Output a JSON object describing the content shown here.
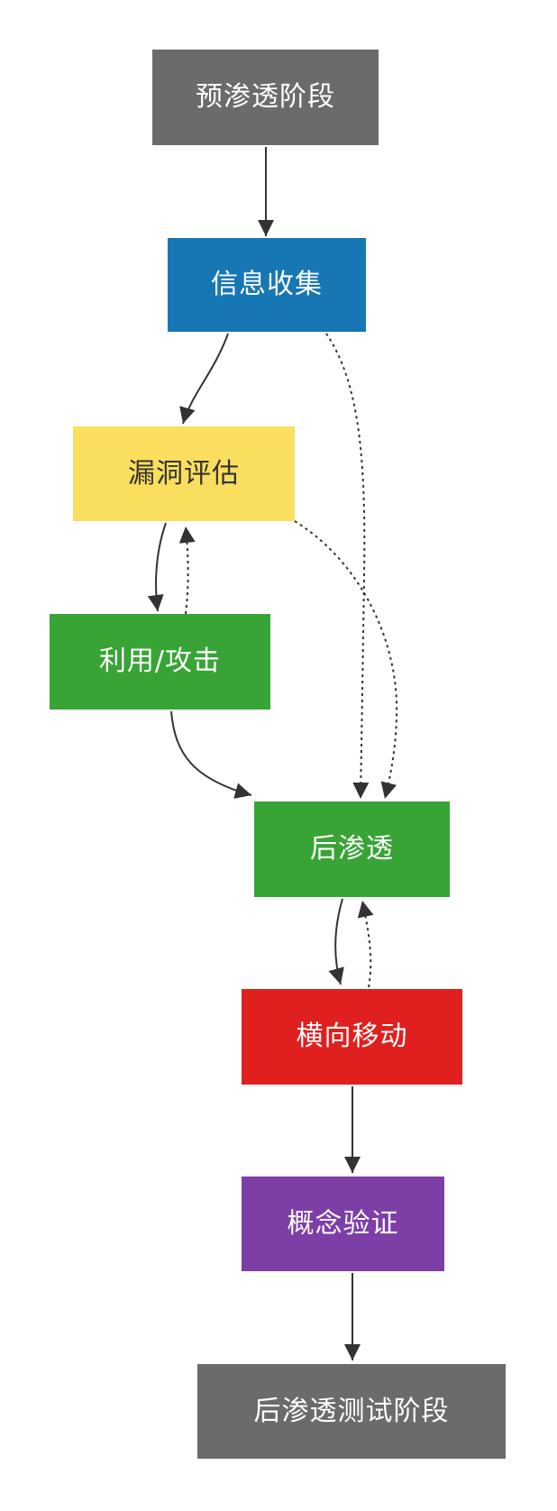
{
  "diagram": {
    "type": "flowchart",
    "direction": "top-down",
    "background": "#ffffff",
    "edge_color": "#333333",
    "nodes": [
      {
        "id": "pre-penetration-phase",
        "label": "预渗透阶段",
        "fill": "#6B6B6B",
        "text_color": "#ffffff"
      },
      {
        "id": "information-gathering",
        "label": "信息收集",
        "fill": "#1777B4",
        "text_color": "#ffffff"
      },
      {
        "id": "vulnerability-assessment",
        "label": "漏洞评估",
        "fill": "#FADE5E",
        "text_color": "#333333"
      },
      {
        "id": "exploitation-attack",
        "label": "利用/攻击",
        "fill": "#38A436",
        "text_color": "#ffffff"
      },
      {
        "id": "post-exploitation",
        "label": "后渗透",
        "fill": "#38A436",
        "text_color": "#ffffff"
      },
      {
        "id": "lateral-movement",
        "label": "横向移动",
        "fill": "#E01F1F",
        "text_color": "#ffffff"
      },
      {
        "id": "proof-of-concept",
        "label": "概念验证",
        "fill": "#7D3EA6",
        "text_color": "#ffffff"
      },
      {
        "id": "post-penetration-testing-phase",
        "label": "后渗透测试阶段",
        "fill": "#6B6B6B",
        "text_color": "#ffffff"
      }
    ],
    "edges": [
      {
        "from": "预渗透阶段",
        "to": "信息收集",
        "style": "solid"
      },
      {
        "from": "信息收集",
        "to": "漏洞评估",
        "style": "solid"
      },
      {
        "from": "漏洞评估",
        "to": "利用/攻击",
        "style": "solid"
      },
      {
        "from": "利用/攻击",
        "to": "漏洞评估",
        "style": "dashed"
      },
      {
        "from": "利用/攻击",
        "to": "后渗透",
        "style": "solid"
      },
      {
        "from": "信息收集",
        "to": "后渗透",
        "style": "dashed"
      },
      {
        "from": "漏洞评估",
        "to": "后渗透",
        "style": "dashed"
      },
      {
        "from": "后渗透",
        "to": "横向移动",
        "style": "solid"
      },
      {
        "from": "横向移动",
        "to": "后渗透",
        "style": "dashed"
      },
      {
        "from": "横向移动",
        "to": "概念验证",
        "style": "solid"
      },
      {
        "from": "概念验证",
        "to": "后渗透测试阶段",
        "style": "solid"
      }
    ]
  }
}
